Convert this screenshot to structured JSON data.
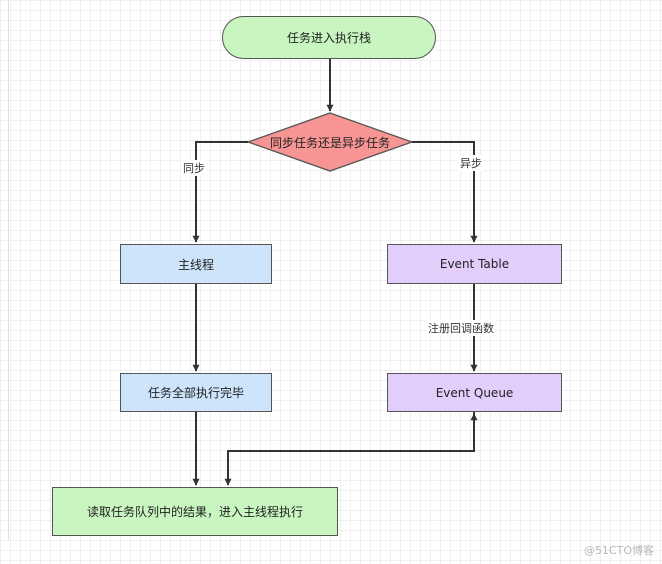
{
  "nodes": {
    "start": "任务进入执行栈",
    "decision": "同步任务还是异步任务",
    "main_thread": "主线程",
    "tasks_done": "任务全部执行完毕",
    "event_table": "Event Table",
    "event_queue": "Event Queue",
    "final": "读取任务队列中的结果，进入主线程执行"
  },
  "edge_labels": {
    "sync": "同步",
    "async": "异步",
    "register_callback": "注册回调函数"
  },
  "watermark": "@51CTO博客",
  "colors": {
    "start_fill": "#c8f5c0",
    "decision_fill": "#f79494",
    "sync_fill": "#cde4fb",
    "async_fill": "#e3cdfa",
    "final_fill": "#c8f5c0",
    "line": "#333333"
  }
}
